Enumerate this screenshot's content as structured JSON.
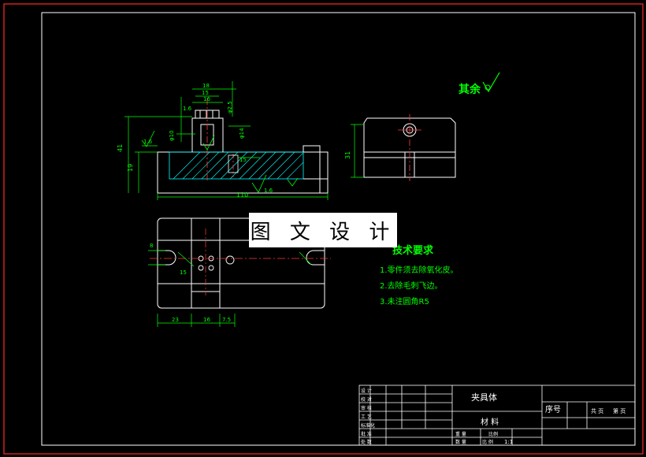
{
  "watermark": "图 文 设 计",
  "surface_note": "其余",
  "tech_requirements": {
    "title": "技术要求",
    "items": [
      "1.零件须去除氧化皮。",
      "2.去除毛刺飞边。",
      "3.未注圆角R5"
    ]
  },
  "dimensions": {
    "front_width": "110",
    "front_height": "41",
    "base_height": "19",
    "top_width_1": "16",
    "top_width_2": "15",
    "top_width_3": "18",
    "side_dim_1": "1.6",
    "hole_dia_1": "φ10",
    "hole_dia_2": "φ14",
    "depth": "15",
    "thread": "φ2.5",
    "roughness_1": "1.6",
    "roughness_2": "1.6",
    "side_height": "31",
    "plan_dim_1": "23",
    "plan_dim_2": "16",
    "plan_dim_3": "7.5",
    "plan_dim_4": "8",
    "plan_dim_5": "15"
  },
  "title_block": {
    "part_name": "夹具体",
    "material_label": "材 料",
    "seq_label": "序号",
    "scale_label": "比例",
    "sheet_label": "共 页",
    "sheet_label_2": "第 页",
    "weight_label": "重 量",
    "left_rows": [
      "设 计",
      "校 对",
      "审 核",
      "工 艺",
      "标准化",
      "批 准",
      "处 数"
    ],
    "bottom_1": "数 量",
    "bottom_2": "比 例",
    "bottom_3": "1:1"
  },
  "colors": {
    "line": "#ffffff",
    "dimension": "#00ff00",
    "center": "#ff3b3b",
    "hatch": "#00ffff",
    "note": "#00ff00",
    "frame": "#ff2a2a",
    "text_dim": "#00ff00"
  }
}
